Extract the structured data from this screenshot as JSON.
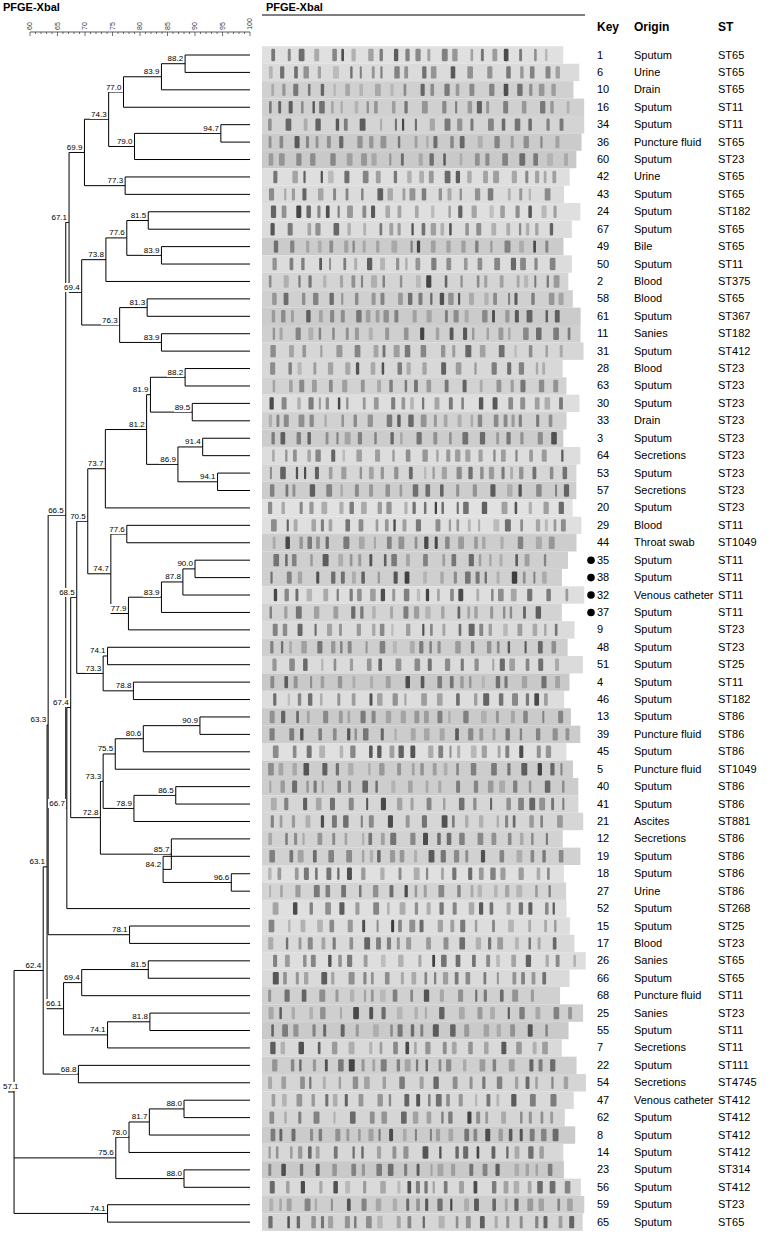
{
  "diagram": {
    "title": "PFGE-Xbal",
    "labels": [
      "PFGE-Xbal",
      "60",
      "65",
      "70",
      "75",
      "80",
      "85",
      "90",
      "95",
      "100",
      "88.2",
      "83.9",
      "77.0",
      "74.3",
      "94.7",
      "79.0",
      "69.9",
      "77.3",
      "67.1",
      "81.5",
      "77.6",
      "83.9",
      "73.8",
      "69.4",
      "81.3",
      "76.3",
      "83.9",
      "88.2",
      "81.9",
      "89.5",
      "81.2",
      "91.4",
      "86.9",
      "94.1",
      "73.7",
      "66.5",
      "70.5",
      "77.6",
      "74.7",
      "90.0",
      "87.8",
      "83.9",
      "77.9",
      "63.3",
      "68.5",
      "74.1",
      "73.3",
      "78.8",
      "63.1",
      "67.4",
      "90.9",
      "80.6",
      "75.5",
      "73.3",
      "86.5",
      "78.9",
      "72.8",
      "85.7",
      "84.2",
      "96.6",
      "66.7",
      "78.1",
      "81.5",
      "69.4",
      "62.4",
      "66.1",
      "81.8",
      "74.1",
      "57.1",
      "68.8",
      "88.0",
      "81.7",
      "78.0",
      "75.6",
      "88.0",
      "74.1",
      "Key",
      "Origin",
      "ST",
      "1",
      "Sputum",
      "ST65",
      "6",
      "Urine",
      "ST65",
      "10",
      "Drain",
      "ST65",
      "16",
      "Sputum",
      "ST11",
      "34",
      "Sputum",
      "ST11",
      "36",
      "Puncture fluid",
      "ST65",
      "60",
      "Sputum",
      "ST23",
      "42",
      "Urine",
      "ST65",
      "43",
      "Sputum",
      "ST65",
      "24",
      "Sputum",
      "ST182",
      "67",
      "Sputum",
      "ST65",
      "49",
      "Bile",
      "ST65",
      "50",
      "Sputum",
      "ST11",
      "2",
      "Blood",
      "ST375",
      "58",
      "Blood",
      "ST65",
      "61",
      "Sputum",
      "ST367",
      "11",
      "Sanies",
      "ST182",
      "31",
      "Sputum",
      "ST412",
      "28",
      "Blood",
      "ST23",
      "63",
      "Sputum",
      "ST23",
      "30",
      "Sputum",
      "ST23",
      "33",
      "Drain",
      "ST23",
      "3",
      "Sputum",
      "ST23",
      "64",
      "Secretions",
      "ST23",
      "53",
      "Sputum",
      "ST23",
      "57",
      "Secretions",
      "ST23",
      "20",
      "Sputum",
      "ST23",
      "29",
      "Blood",
      "ST11",
      "44",
      "Throat swab",
      "ST1049",
      "35",
      "Sputum",
      "ST11",
      "38",
      "Sputum",
      "ST11",
      "32",
      "Venous catheter",
      "ST11",
      "37",
      "Sputum",
      "ST11",
      "9",
      "Sputum",
      "ST23",
      "48",
      "Sputum",
      "ST23",
      "51",
      "Sputum",
      "ST25",
      "4",
      "Sputum",
      "ST11",
      "46",
      "Sputum",
      "ST182",
      "13",
      "Sputum",
      "ST86",
      "39",
      "Puncture fluid",
      "ST86",
      "45",
      "Sputum",
      "ST86",
      "5",
      "Puncture fluid",
      "ST1049",
      "40",
      "Sputum",
      "ST86",
      "41",
      "Sputum",
      "ST86",
      "21",
      "Ascites",
      "ST881",
      "12",
      "Secretions",
      "ST86",
      "19",
      "Sputum",
      "ST86",
      "18",
      "Sputum",
      "ST86",
      "27",
      "Urine",
      "ST86",
      "52",
      "Sputum",
      "ST268",
      "15",
      "Sputum",
      "ST25",
      "17",
      "Blood",
      "ST23",
      "26",
      "Sanies",
      "ST65",
      "66",
      "Sputum",
      "ST65",
      "68",
      "Puncture fluid",
      "ST11",
      "25",
      "Sanies",
      "ST23",
      "55",
      "Sputum",
      "ST11",
      "7",
      "Secretions",
      "ST11",
      "22",
      "Sputum",
      "ST111",
      "54",
      "Secretions",
      "ST4745",
      "47",
      "Venous catheter",
      "ST412",
      "62",
      "Sputum",
      "ST412",
      "8",
      "Sputum",
      "ST412",
      "14",
      "Sputum",
      "ST412",
      "23",
      "Sputum",
      "ST314",
      "56",
      "Sputum",
      "ST412",
      "59",
      "Sputum",
      "ST23",
      "65",
      "Sputum",
      "ST65"
    ]
  }
}
